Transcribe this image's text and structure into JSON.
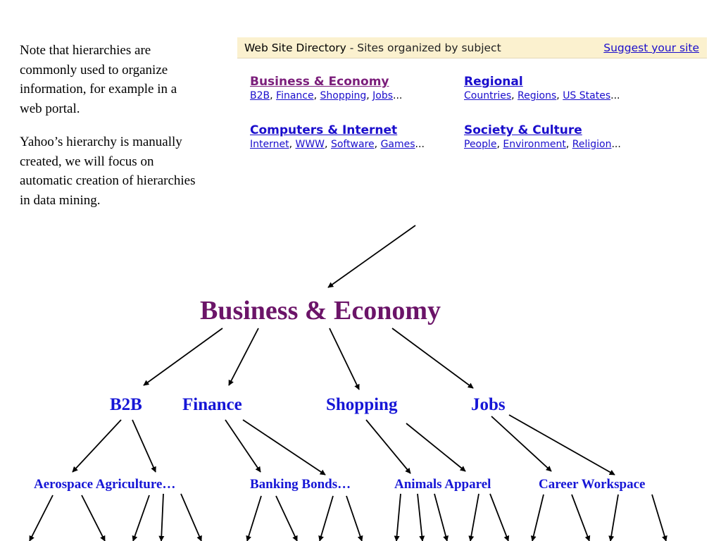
{
  "note": {
    "paragraph1": "Note that hierarchies are commonly used to organize information, for example in a web portal.",
    "paragraph2": "Yahoo’s hierarchy is manually created, we will focus on automatic creation of hierarchies in data mining."
  },
  "directory": {
    "title": "Web Site Directory",
    "subtitle": " - Sites organized by subject",
    "suggest_link": "Suggest your site",
    "categories": [
      {
        "name": "Business & Economy",
        "subs": [
          "B2B",
          "Finance",
          "Shopping",
          "Jobs"
        ]
      },
      {
        "name": "Regional",
        "subs": [
          "Countries",
          "Regions",
          "US States"
        ]
      },
      {
        "name": "Computers & Internet",
        "subs": [
          "Internet",
          "WWW",
          "Software",
          "Games"
        ]
      },
      {
        "name": "Society & Culture",
        "subs": [
          "People",
          "Environment",
          "Religion"
        ]
      }
    ],
    "ellipsis": "..."
  },
  "tree": {
    "root": "Business & Economy",
    "level1": [
      "B2B",
      "Finance",
      "Shopping",
      "Jobs"
    ],
    "level2": [
      "Aerospace Agriculture…",
      "Banking Bonds…",
      "Animals Apparel",
      "Career Workspace"
    ]
  },
  "colors": {
    "root": "#6b1468",
    "nodes": "#1616d6",
    "link": "#1a0dcc",
    "visited": "#7b1e7b",
    "bar": "#fbf1cf"
  }
}
